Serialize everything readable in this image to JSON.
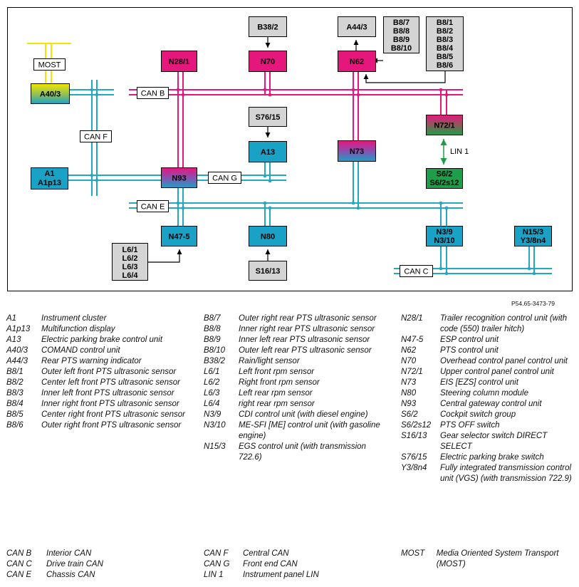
{
  "figure_ref": "P54.65-3473-79",
  "diagram": {
    "nodes": {
      "most": "MOST",
      "a40_3": "A40/3",
      "can_b": "CAN B",
      "can_f": "CAN F",
      "a1": "A1",
      "a1p13": "A1p13",
      "n28_1": "N28/1",
      "n93": "N93",
      "can_g": "CAN G",
      "can_e": "CAN E",
      "n47_5": "N47-5",
      "l6_lines": [
        "L6/1",
        "L6/2",
        "L6/3",
        "L6/4"
      ],
      "b38_2": "B38/2",
      "n70": "N70",
      "s76_15": "S76/15",
      "a13": "A13",
      "n80": "N80",
      "s16_13": "S16/13",
      "a44_3": "A44/3",
      "n62": "N62",
      "b8_rear": [
        "B8/7",
        "B8/8",
        "B8/9",
        "B8/10"
      ],
      "b8_front": [
        "B8/1",
        "B8/2",
        "B8/3",
        "B8/4",
        "B8/5",
        "B8/6"
      ],
      "n73": "N73",
      "n72_1": "N72/1",
      "lin_1": "LIN 1",
      "s6_2": "S6/2",
      "s6_2s12": "S6/2s12",
      "n3_9": "N3/9",
      "n3_10": "N3/10",
      "n15_3": "N15/3",
      "y3_8n4": "Y3/8n4",
      "can_c": "CAN C"
    }
  },
  "legend": {
    "col1": [
      {
        "code": "A1",
        "desc": "Instrument cluster"
      },
      {
        "code": "A1p13",
        "desc": "Multifunction display"
      },
      {
        "code": "A13",
        "desc": "Electric parking brake control unit"
      },
      {
        "code": "A40/3",
        "desc": "COMAND control unit"
      },
      {
        "code": "A44/3",
        "desc": "Rear PTS warning indicator"
      },
      {
        "code": "B8/1",
        "desc": "Outer left front PTS ultrasonic sensor"
      },
      {
        "code": "B8/2",
        "desc": "Center left front PTS ultrasonic sensor"
      },
      {
        "code": "B8/3",
        "desc": "Inner left front PTS ultrasonic sensor"
      },
      {
        "code": "B8/4",
        "desc": "Inner right front PTS ultrasonic sensor"
      },
      {
        "code": "B8/5",
        "desc": "Center right front PTS ultrasonic sensor"
      },
      {
        "code": "B8/6",
        "desc": "Outer right front PTS ultrasonic sensor"
      }
    ],
    "col2": [
      {
        "code": "B8/7",
        "desc": "Outer right rear PTS ultrasonic sensor"
      },
      {
        "code": "B8/8",
        "desc": "Inner right rear PTS ultrasonic sensor"
      },
      {
        "code": "B8/9",
        "desc": "Inner left rear PTS ultrasonic sensor"
      },
      {
        "code": "B8/10",
        "desc": "Outer left rear PTS ultrasonic sensor"
      },
      {
        "code": "B38/2",
        "desc": "Rain/light sensor"
      },
      {
        "code": "L6/1",
        "desc": "Left front rpm sensor"
      },
      {
        "code": "L6/2",
        "desc": "Right front rpm sensor"
      },
      {
        "code": "L6/3",
        "desc": "Left rear rpm sensor"
      },
      {
        "code": "L6/4",
        "desc": "right rear rpm sensor"
      },
      {
        "code": "N3/9",
        "desc": "CDI control unit (with diesel engine)"
      },
      {
        "code": "N3/10",
        "desc": "ME-SFI [ME] control unit (with gasoline engine)"
      },
      {
        "code": "N15/3",
        "desc": "EGS control unit (with transmission 722.6)"
      }
    ],
    "col3": [
      {
        "code": "N28/1",
        "desc": "Trailer recognition control unit (with code (550) trailer hitch)"
      },
      {
        "code": "N47-5",
        "desc": "ESP control unit"
      },
      {
        "code": "N62",
        "desc": "PTS control unit"
      },
      {
        "code": "N70",
        "desc": "Overhead control panel control unit"
      },
      {
        "code": "N72/1",
        "desc": "Upper control panel control unit"
      },
      {
        "code": "N73",
        "desc": "EIS [EZS] control unit"
      },
      {
        "code": "N80",
        "desc": "Steering column module"
      },
      {
        "code": "N93",
        "desc": "Central gateway control unit"
      },
      {
        "code": "S6/2",
        "desc": "Cockpit switch group"
      },
      {
        "code": "S6/2s12",
        "desc": "PTS OFF switch"
      },
      {
        "code": "S16/13",
        "desc": "Gear selector switch DIRECT SELECT"
      },
      {
        "code": "S76/15",
        "desc": "Electric parking brake switch"
      },
      {
        "code": "Y3/8n4",
        "desc": "Fully integrated transmission control unit (VGS) (with transmission 722.9)"
      }
    ]
  },
  "buses": {
    "col1": [
      {
        "code": "CAN B",
        "desc": "Interior CAN"
      },
      {
        "code": "CAN C",
        "desc": "Drive train CAN"
      },
      {
        "code": "CAN E",
        "desc": "Chassis CAN"
      }
    ],
    "col2": [
      {
        "code": "CAN F",
        "desc": "Central CAN"
      },
      {
        "code": "CAN G",
        "desc": "Front end CAN"
      },
      {
        "code": "LIN 1",
        "desc": "Instrument panel LIN"
      }
    ],
    "col3": [
      {
        "code": "MOST",
        "desc": "Media Oriented System Transport (MOST)"
      }
    ]
  }
}
